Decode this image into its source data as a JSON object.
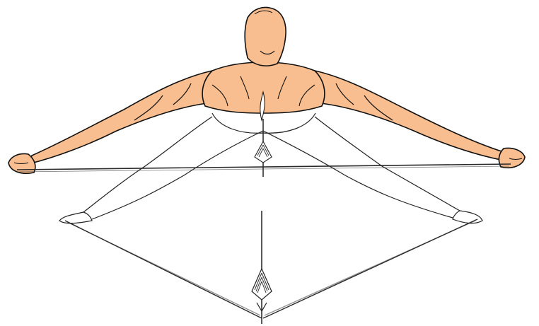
{
  "illustration": {
    "colors": {
      "skin": "#F9BE8F",
      "ink": "#111111",
      "bow_line": "#2a2a2a",
      "background": "#ffffff"
    },
    "elements": [
      "head",
      "torso",
      "left-arm",
      "right-arm",
      "left-fist",
      "right-fist",
      "legs-outline",
      "left-foot",
      "right-foot",
      "upper-bowstring",
      "upper-arrow",
      "lower-bowstring",
      "lower-arrow"
    ]
  }
}
